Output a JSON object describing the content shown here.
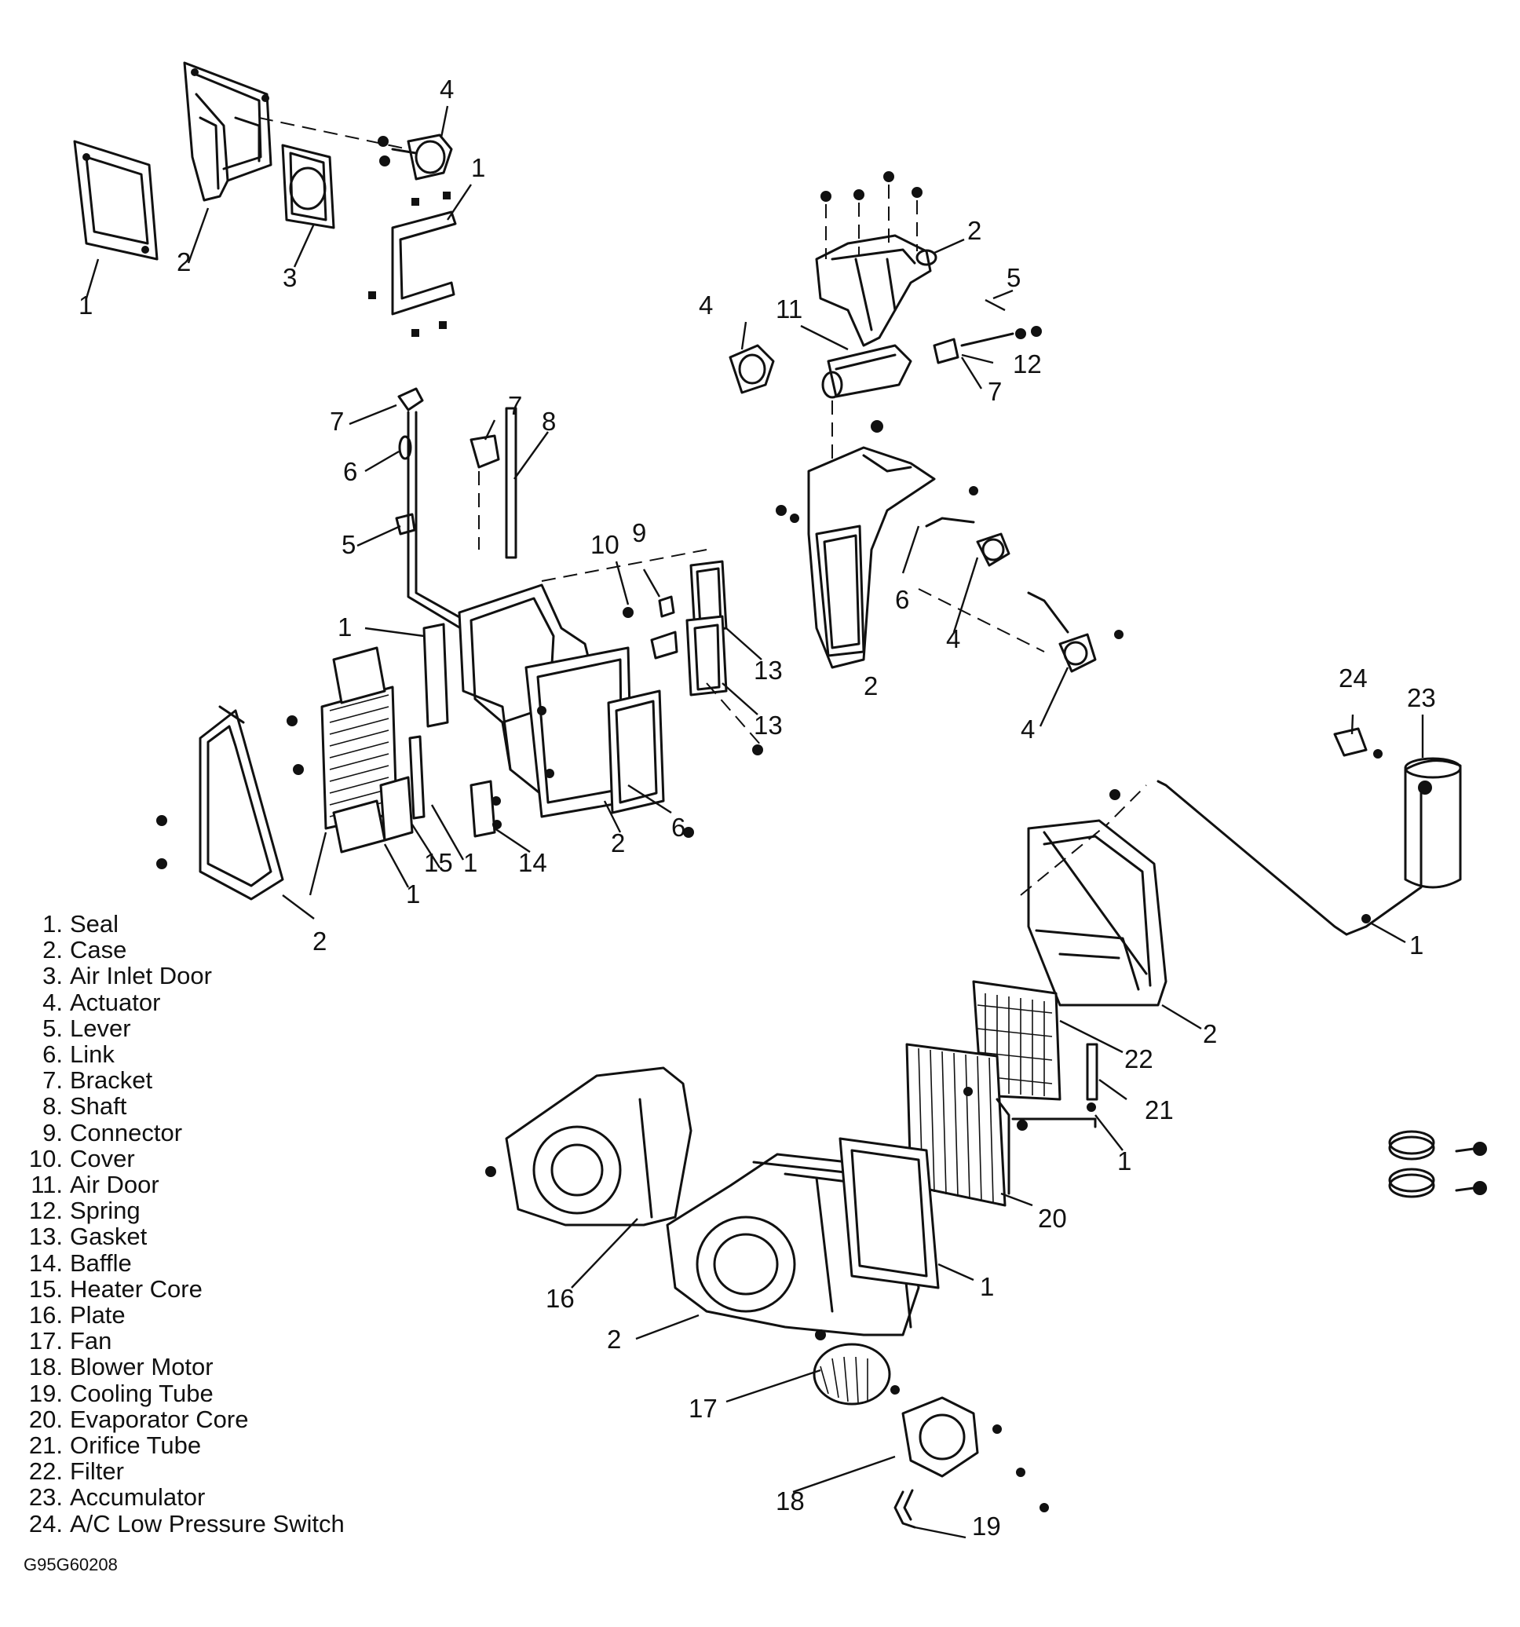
{
  "callouts": {
    "c1": "1",
    "c2": "2",
    "c3": "3",
    "c4": "4",
    "c5": "5",
    "c6": "6",
    "c7": "7",
    "c8": "8",
    "c9": "9",
    "c10": "10",
    "c11": "11",
    "c12": "12",
    "c13": "13",
    "c14": "14",
    "c15": "15",
    "c16": "16",
    "c17": "17",
    "c18": "18",
    "c19": "19",
    "c20": "20",
    "c21": "21",
    "c22": "22",
    "c23": "23",
    "c24": "24"
  },
  "legend": [
    {
      "num": "1.",
      "label": "Seal"
    },
    {
      "num": "2.",
      "label": "Case"
    },
    {
      "num": "3.",
      "label": "Air Inlet Door"
    },
    {
      "num": "4.",
      "label": "Actuator"
    },
    {
      "num": "5.",
      "label": "Lever"
    },
    {
      "num": "6.",
      "label": "Link"
    },
    {
      "num": "7.",
      "label": "Bracket"
    },
    {
      "num": "8.",
      "label": "Shaft"
    },
    {
      "num": "9.",
      "label": "Connector"
    },
    {
      "num": "10.",
      "label": "Cover"
    },
    {
      "num": "11.",
      "label": "Air Door"
    },
    {
      "num": "12.",
      "label": "Spring"
    },
    {
      "num": "13.",
      "label": "Gasket"
    },
    {
      "num": "14.",
      "label": "Baffle"
    },
    {
      "num": "15.",
      "label": "Heater Core"
    },
    {
      "num": "16.",
      "label": "Plate"
    },
    {
      "num": "17.",
      "label": "Fan"
    },
    {
      "num": "18.",
      "label": "Blower Motor"
    },
    {
      "num": "19.",
      "label": "Cooling Tube"
    },
    {
      "num": "20.",
      "label": "Evaporator Core"
    },
    {
      "num": "21.",
      "label": "Orifice Tube"
    },
    {
      "num": "22.",
      "label": "Filter"
    },
    {
      "num": "23.",
      "label": "Accumulator"
    },
    {
      "num": "24.",
      "label": "A/C Low Pressure Switch"
    }
  ],
  "figure_code": "G95G60208"
}
